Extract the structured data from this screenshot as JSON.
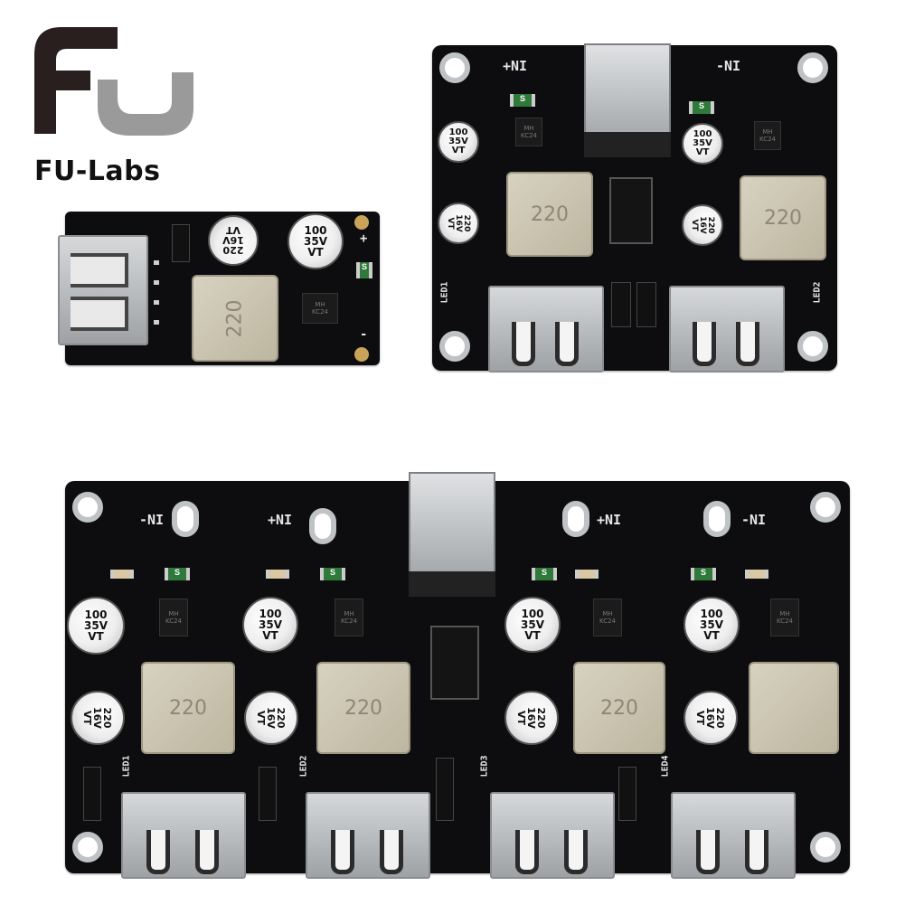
{
  "brand": {
    "name": "FU-Labs",
    "logo": "fu-logo-mark"
  },
  "boards": {
    "single": {
      "inductor": "220",
      "cap_big": [
        "100",
        "35V",
        "VT"
      ],
      "cap_small": [
        "220",
        "16V",
        "VT"
      ],
      "ic": [
        "MH",
        "KC24"
      ],
      "plus": "+",
      "minus": "-",
      "s_badge": "S"
    },
    "dual": {
      "in_plus": "+NI",
      "in_minus": "-NI",
      "inductor": "220",
      "cap_big": [
        "100",
        "35V",
        "VT"
      ],
      "cap_small": [
        "220",
        "16V",
        "VT"
      ],
      "ic": [
        "MH",
        "KC24"
      ],
      "led_labels": [
        "LED1",
        "LED2"
      ],
      "s_badge": "S"
    },
    "quad": {
      "in_labels": [
        "-NI",
        "+NI",
        "+NI",
        "-NI"
      ],
      "inductor": "220",
      "cap_big": [
        "100",
        "35V",
        "VT"
      ],
      "cap_small": [
        "220",
        "16V",
        "VT"
      ],
      "ic": [
        "MH",
        "KC24"
      ],
      "led_labels": [
        "LED1",
        "LED2",
        "LED3",
        "LED4"
      ],
      "s_badge": "S"
    }
  }
}
